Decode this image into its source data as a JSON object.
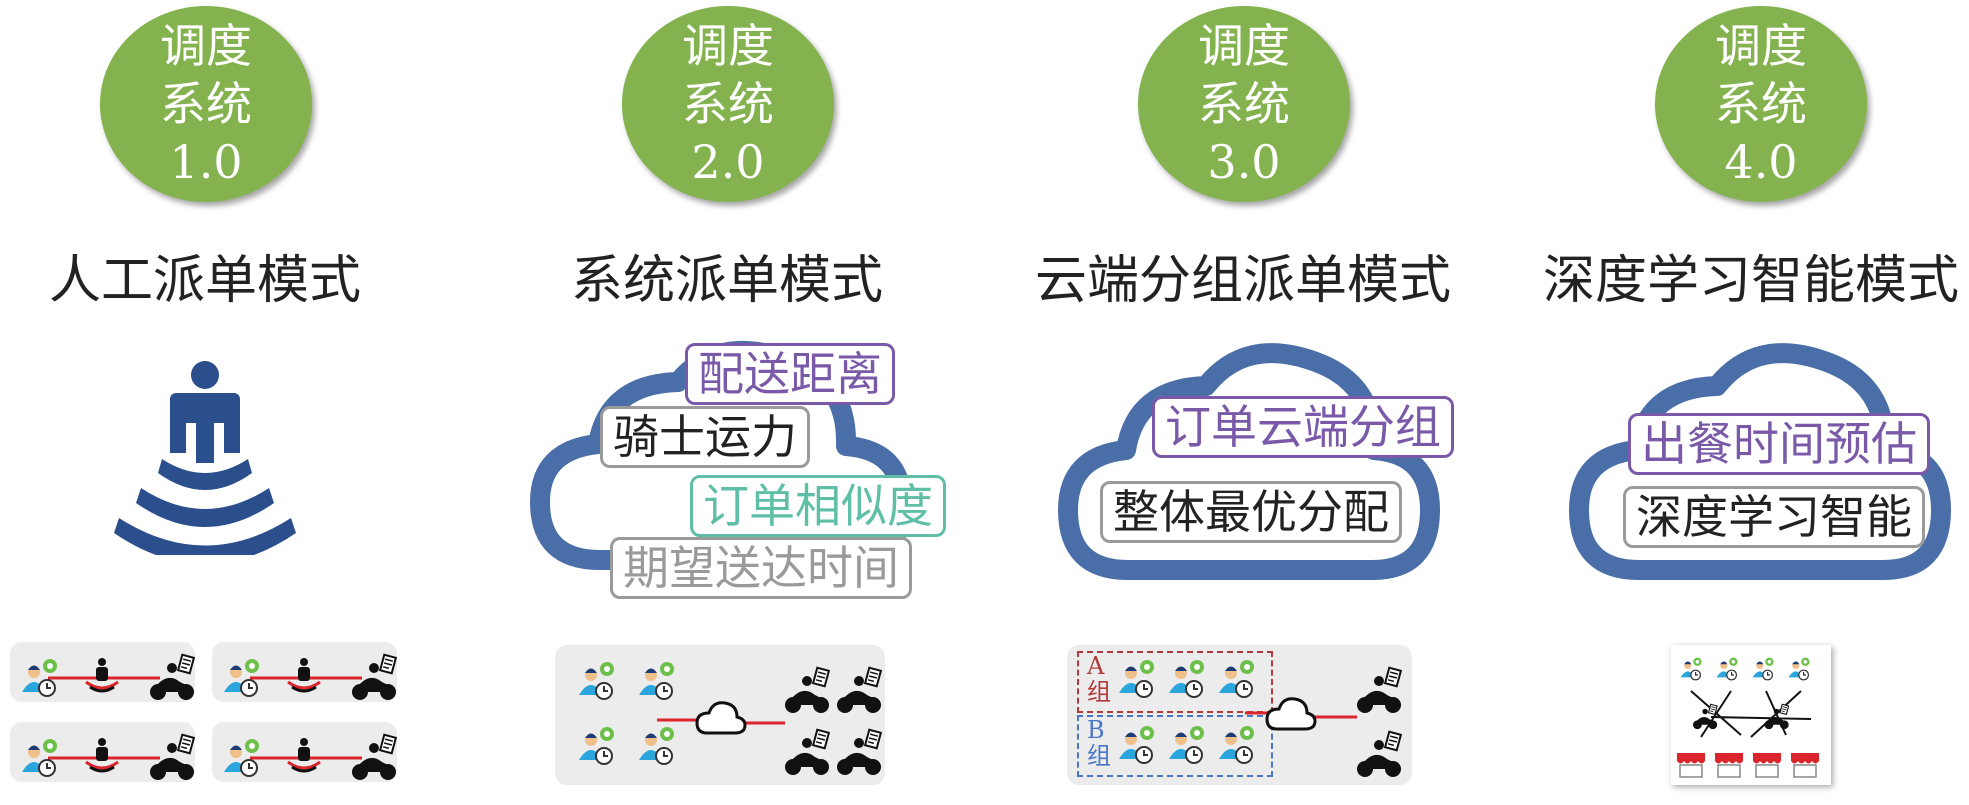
{
  "colors": {
    "badge": "#83b24e",
    "cloud": "#4a6fa8",
    "purple": "#7a5aa8",
    "teal": "#5fbfa6",
    "gray": "#9a9a9a",
    "black": "#222222",
    "red": "#d9252b",
    "group_a": "#b23a3a",
    "group_b": "#4a76c6"
  },
  "stages": [
    {
      "badge": [
        "调度",
        "系统",
        "1.0"
      ],
      "title": "人工派单模式",
      "tags": []
    },
    {
      "badge": [
        "调度",
        "系统",
        "2.0"
      ],
      "title": "系统派单模式",
      "tags": [
        "配送距离",
        "骑士运力",
        "订单相似度",
        "期望送达时间"
      ]
    },
    {
      "badge": [
        "调度",
        "系统",
        "3.0"
      ],
      "title": "云端分组派单模式",
      "tags": [
        "订单云端分组",
        "整体最优分配"
      ],
      "groups": [
        {
          "letter": "A",
          "word": "组"
        },
        {
          "letter": "B",
          "word": "组"
        }
      ]
    },
    {
      "badge": [
        "调度",
        "系统",
        "4.0"
      ],
      "title": "深度学习智能模式",
      "tags": [
        "出餐时间预估",
        "深度学习智能"
      ]
    }
  ],
  "icons": [
    "person-signal-icon",
    "cloud-icon",
    "customer-icon",
    "clock-icon",
    "location-pin-icon",
    "rider-motorcycle-icon",
    "receipt-icon",
    "storefront-icon"
  ]
}
